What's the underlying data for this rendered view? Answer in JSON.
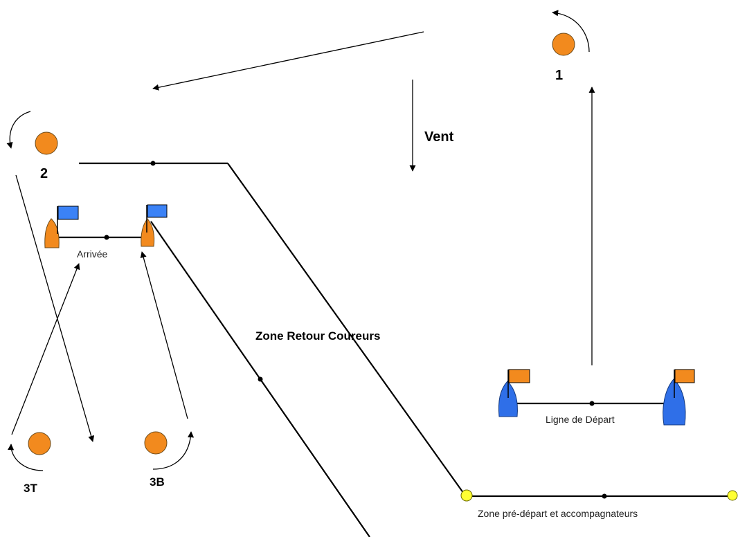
{
  "colors": {
    "mark_orange": "#f28a1e",
    "mark_yellow": "#ffff33",
    "flag_blue": "#3b82f6",
    "flag_orange": "#f28a1e",
    "boat_blue": "#2f6fe8",
    "boat_orange": "#f28a1e",
    "line_black": "#000000"
  },
  "labels": {
    "mark_1": "1",
    "mark_2": "2",
    "mark_3t": "3T",
    "mark_3b": "3B",
    "wind": "Vent",
    "finish": "Arrivée",
    "start": "Ligne de Départ",
    "return_zone": "Zone Retour Coureurs",
    "pre_start_zone": "Zone pré-départ et accompagnateurs"
  }
}
